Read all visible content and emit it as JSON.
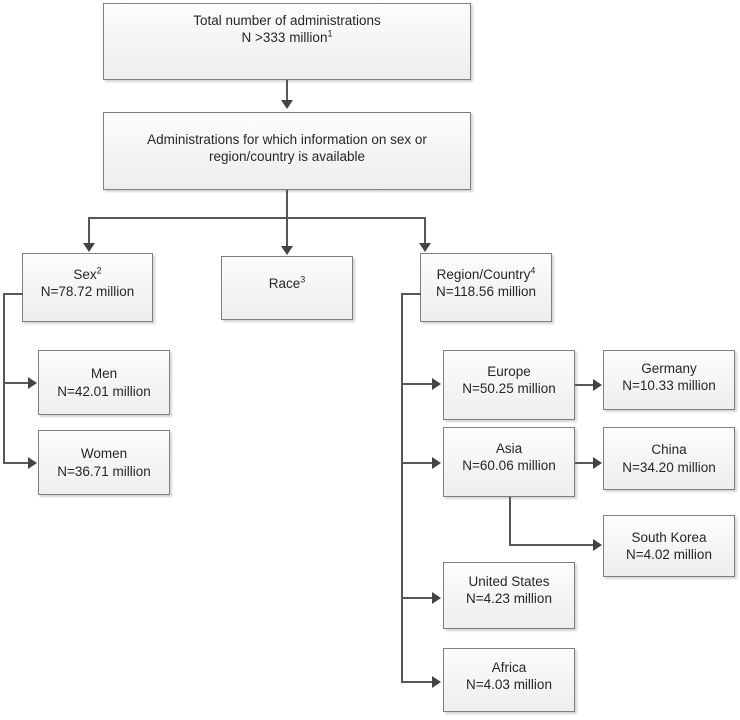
{
  "diagram": {
    "title": "Administrations flow chart",
    "nodes": {
      "total": {
        "line1": "Total number of administrations",
        "line2_pre": "N >333 million",
        "line2_sup": "1"
      },
      "available": {
        "line1": "Administrations for which information on sex or",
        "line2": "region/country is available"
      },
      "sex": {
        "line1_pre": "Sex",
        "line1_sup": "2",
        "line2": "N=78.72 million"
      },
      "race": {
        "line1_pre": "Race",
        "line1_sup": "3",
        "line2": ""
      },
      "region": {
        "line1_pre": "Region/Country",
        "line1_sup": "4",
        "line2": "N=118.56 million"
      },
      "men": {
        "line1": "Men",
        "line2": "N=42.01 million"
      },
      "women": {
        "line1": "Women",
        "line2": "N=36.71 million"
      },
      "europe": {
        "line1": "Europe",
        "line2": "N=50.25 million"
      },
      "germany": {
        "line1": "Germany",
        "line2": "N=10.33 million"
      },
      "asia": {
        "line1": "Asia",
        "line2": "N=60.06 million"
      },
      "china": {
        "line1": "China",
        "line2": "N=34.20 million"
      },
      "south_korea": {
        "line1": "South Korea",
        "line2": "N=4.02 million"
      },
      "united_states": {
        "line1": "United States",
        "line2": "N=4.23 million"
      },
      "africa": {
        "line1": "Africa",
        "line2": "N=4.03 million"
      }
    },
    "colors": {
      "box_border": "#7e7e7e",
      "box_fill": "#f4f4f4",
      "connector": "#575757",
      "arrow": "#444444",
      "text": "#262626"
    }
  }
}
